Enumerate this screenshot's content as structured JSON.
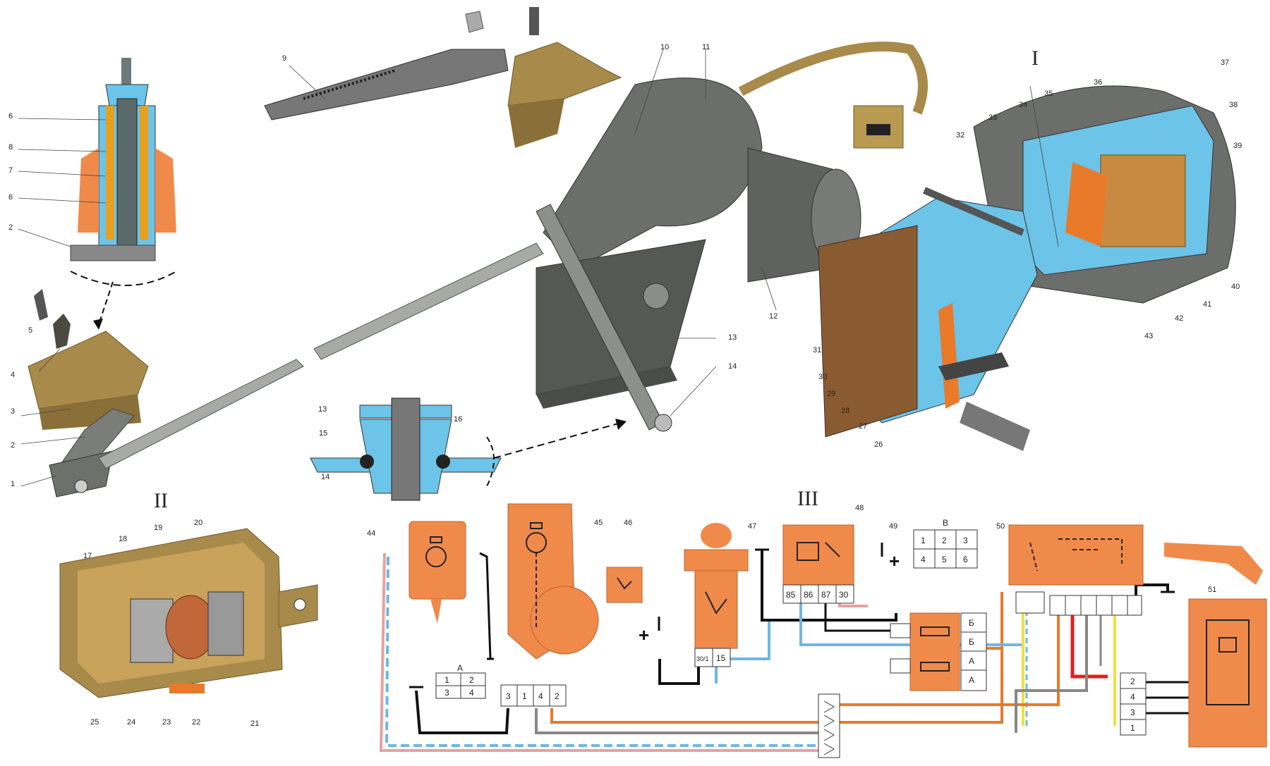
{
  "sections": {
    "I": "I",
    "II": "II",
    "III": "III"
  },
  "callouts": {
    "n1": "1",
    "n2": "2",
    "n3": "3",
    "n4": "4",
    "n5": "5",
    "n6": "6",
    "n7": "7",
    "n8": "8",
    "n9": "9",
    "n10": "10",
    "n11": "11",
    "n12": "12",
    "n13": "13",
    "n14": "14",
    "n15": "15",
    "n16": "16",
    "n17": "17",
    "n18": "18",
    "n19": "19",
    "n20": "20",
    "n21": "21",
    "n22": "22",
    "n23": "23",
    "n24": "24",
    "n25": "25",
    "n26": "26",
    "n27": "27",
    "n28": "28",
    "n29": "29",
    "n30": "30",
    "n31": "31",
    "n32": "32",
    "n33": "33",
    "n34": "34",
    "n35": "35",
    "n36": "36",
    "n37": "37",
    "n38": "38",
    "n39": "39",
    "n40": "40",
    "n41": "41",
    "n42": "42",
    "n43": "43",
    "n44": "44",
    "n45": "45",
    "n46": "46",
    "n47": "47",
    "n48": "48",
    "n49": "49",
    "n50": "50",
    "n51": "51"
  },
  "connector_a": {
    "label": "A",
    "pins": [
      "1",
      "2",
      "3",
      "4"
    ]
  },
  "connector_b": {
    "label": "B",
    "pins": [
      "1",
      "2",
      "3",
      "4",
      "5",
      "6"
    ]
  },
  "motor_terminals": [
    "3",
    "1",
    "4",
    "2"
  ],
  "relay_terminals": [
    "85",
    "86",
    "87",
    "30"
  ],
  "ignition_terminals": [
    "30/1",
    "15"
  ],
  "fuse_block_labels": [
    "Б",
    "Б",
    "А",
    "А"
  ],
  "controller_terminals": [
    "2",
    "4",
    "3",
    "1"
  ],
  "symbols": {
    "plus": "+"
  },
  "colors": {
    "part_orange": "#f08a4b",
    "sheet_metal": "#6b6e6a",
    "bronze": "#a88a4a",
    "cutaway_blue": "#6cc4e8",
    "wire_black": "#111111",
    "wire_blue": "#6cb8e0",
    "wire_orange": "#e87a2a",
    "wire_red": "#e02020",
    "wire_yellow": "#f0e040",
    "wire_gray": "#888888"
  }
}
